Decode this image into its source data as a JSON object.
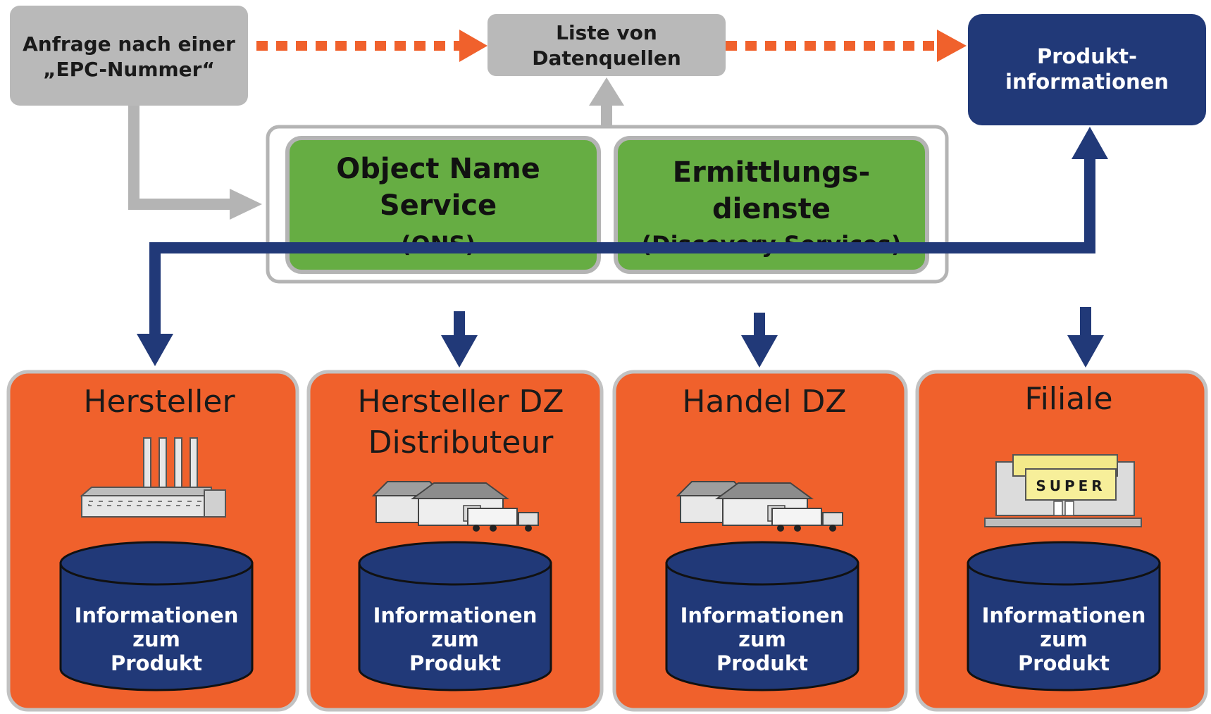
{
  "query_box": {
    "line1": "Anfrage nach einer",
    "line2": "„EPC-Nummer“"
  },
  "sources_box": {
    "line1": "Liste von",
    "line2": "Datenquellen"
  },
  "product_info_box": {
    "line1": "Produkt-",
    "line2": "informationen"
  },
  "ons_box": {
    "line1": "Object Name",
    "line2": "Service",
    "line3": "(ONS)"
  },
  "discovery_box": {
    "line1": "Ermittlungs-",
    "line2": "dienste",
    "line3": "(Discovery Services)"
  },
  "nodes": [
    {
      "title1": "Hersteller",
      "title2": "",
      "icon": "factory-icon",
      "db": {
        "line1": "Informationen",
        "line2": "zum",
        "line3": "Produkt"
      }
    },
    {
      "title1": "Hersteller DZ",
      "title2": "Distributeur",
      "icon": "warehouse-truck-icon",
      "db": {
        "line1": "Informationen",
        "line2": "zum",
        "line3": "Produkt"
      }
    },
    {
      "title1": "Handel DZ",
      "title2": "",
      "icon": "warehouse-truck-icon",
      "db": {
        "line1": "Informationen",
        "line2": "zum",
        "line3": "Produkt"
      }
    },
    {
      "title1": "Filiale",
      "title2": "",
      "icon": "supermarket-icon",
      "db": {
        "line1": "Informationen",
        "line2": "zum",
        "line3": "Produkt"
      }
    }
  ],
  "store_sign": "SUPER",
  "colors": {
    "gray_box": "#b9b9b9",
    "orange": "#f0612c",
    "navy": "#213978",
    "green": "#66ad43",
    "arrow_orange": "#f0612c",
    "arrow_gray": "#b4b4b4"
  }
}
